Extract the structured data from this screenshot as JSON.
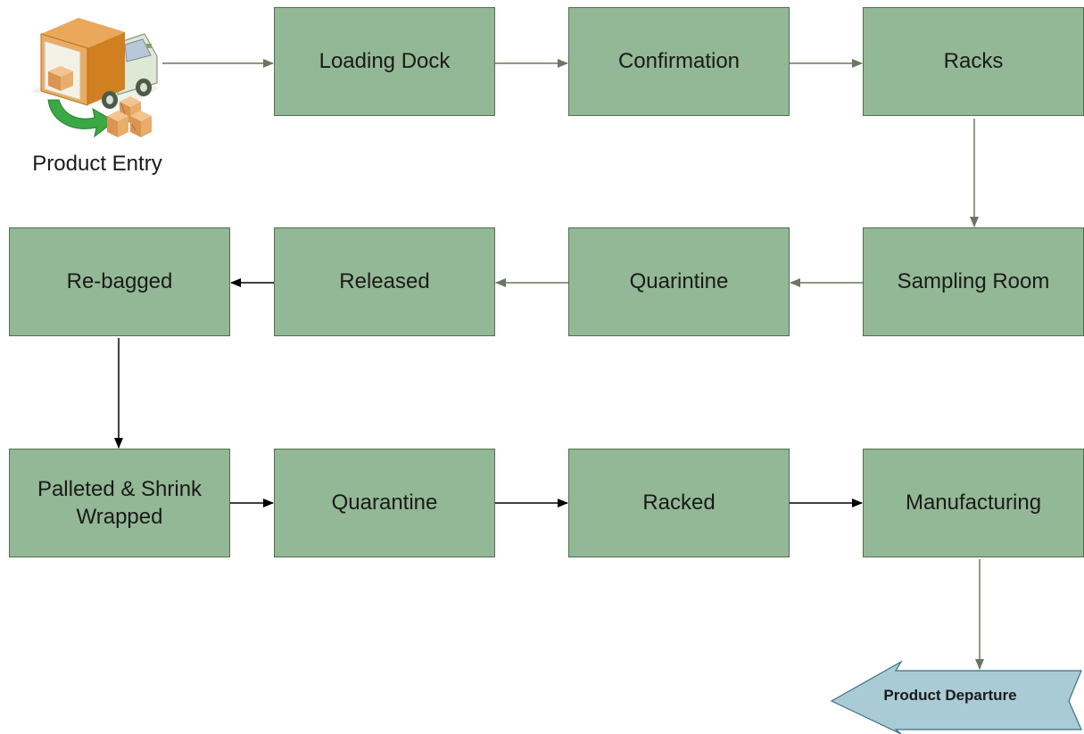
{
  "diagram": {
    "entry": {
      "label": "Product Entry",
      "icon": "delivery-truck-icon"
    },
    "row1": [
      {
        "id": "loading-dock",
        "label": "Loading Dock"
      },
      {
        "id": "confirmation",
        "label": "Confirmation"
      },
      {
        "id": "racks",
        "label": "Racks"
      }
    ],
    "row2": [
      {
        "id": "re-bagged",
        "label": "Re-bagged"
      },
      {
        "id": "released",
        "label": "Released"
      },
      {
        "id": "quarintine",
        "label": "Quarintine"
      },
      {
        "id": "sampling-room",
        "label": "Sampling Room"
      }
    ],
    "row3": [
      {
        "id": "palleted-shrink-wrapped",
        "label": "Palleted & Shrink Wrapped"
      },
      {
        "id": "quarantine",
        "label": "Quarantine"
      },
      {
        "id": "racked",
        "label": "Racked"
      },
      {
        "id": "manufacturing",
        "label": "Manufacturing"
      }
    ],
    "departure": {
      "label": "Product Departure",
      "shape": "left-arrow"
    },
    "colors": {
      "box_fill": "#93b895",
      "box_border": "#4e6f50",
      "connector_gray": "#6b7560",
      "connector_black": "#000000",
      "departure_fill": "#a9cbd6",
      "departure_border": "#3f6f80",
      "truck_body": "#d7892a",
      "truck_cab": "#dfe7d5",
      "green_arrow": "#3aa845",
      "box_brown": "#e2a05c"
    }
  }
}
